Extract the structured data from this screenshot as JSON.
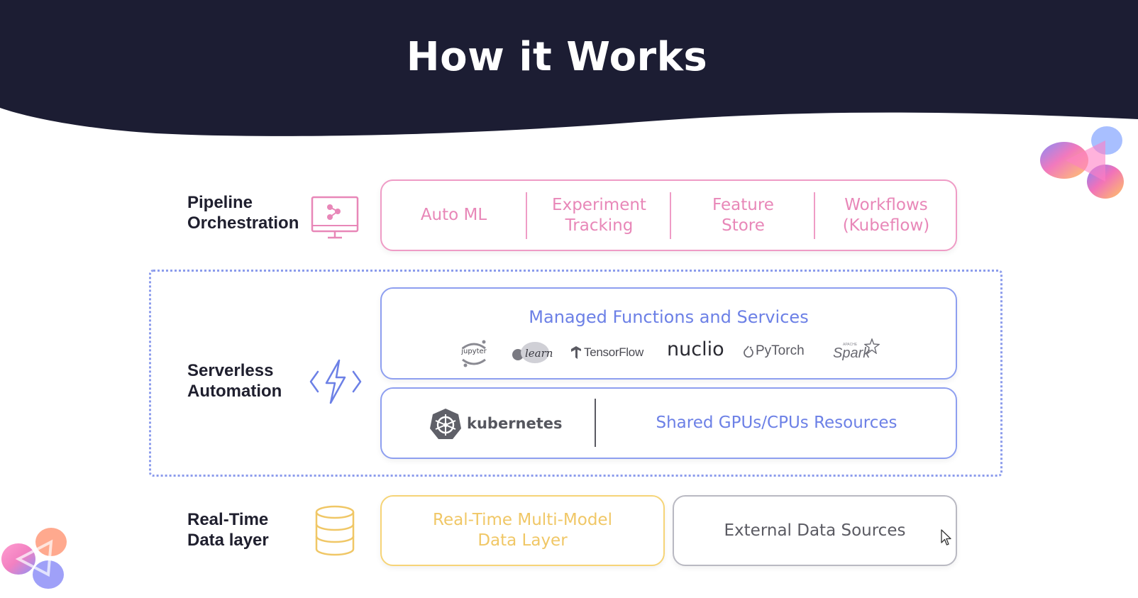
{
  "slide": {
    "title": "How it Works"
  },
  "rows": {
    "pipeline": {
      "label_lines": [
        "Pipeline",
        "Orchestration"
      ],
      "icon": "monitor-pipeline-icon",
      "items": [
        {
          "lines": [
            "Auto ML"
          ]
        },
        {
          "lines": [
            "Experiment",
            "Tracking"
          ]
        },
        {
          "lines": [
            "Feature",
            "Store"
          ]
        },
        {
          "lines": [
            "Workflows",
            "(Kubeflow)"
          ]
        }
      ]
    },
    "serverless": {
      "label_lines": [
        "Serverless",
        "Automation"
      ],
      "icon": "lightning-code-icon",
      "managed": {
        "title": "Managed Functions and Services",
        "logos": {
          "jupyter": "jupyter",
          "sklearn": "learn",
          "tensorflow": "TensorFlow",
          "nuclio": "nuclio",
          "pytorch": "PyTorch",
          "spark": "Spark",
          "spark_small": "APACHE"
        }
      },
      "infra": {
        "kubernetes": "kubernetes",
        "resources": "Shared GPUs/CPUs Resources"
      }
    },
    "data": {
      "label_lines": [
        "Real-Time",
        "Data layer"
      ],
      "icon": "database-icon",
      "multi_model_lines": [
        "Real-Time Multi-Model",
        "Data Layer"
      ],
      "external": "External Data Sources"
    }
  },
  "colors": {
    "header": "#1c1d33",
    "pink": "#ef9cc6",
    "blue": "#8e9ff0",
    "yellow": "#f6d477",
    "gray": "#b9b9c2"
  }
}
